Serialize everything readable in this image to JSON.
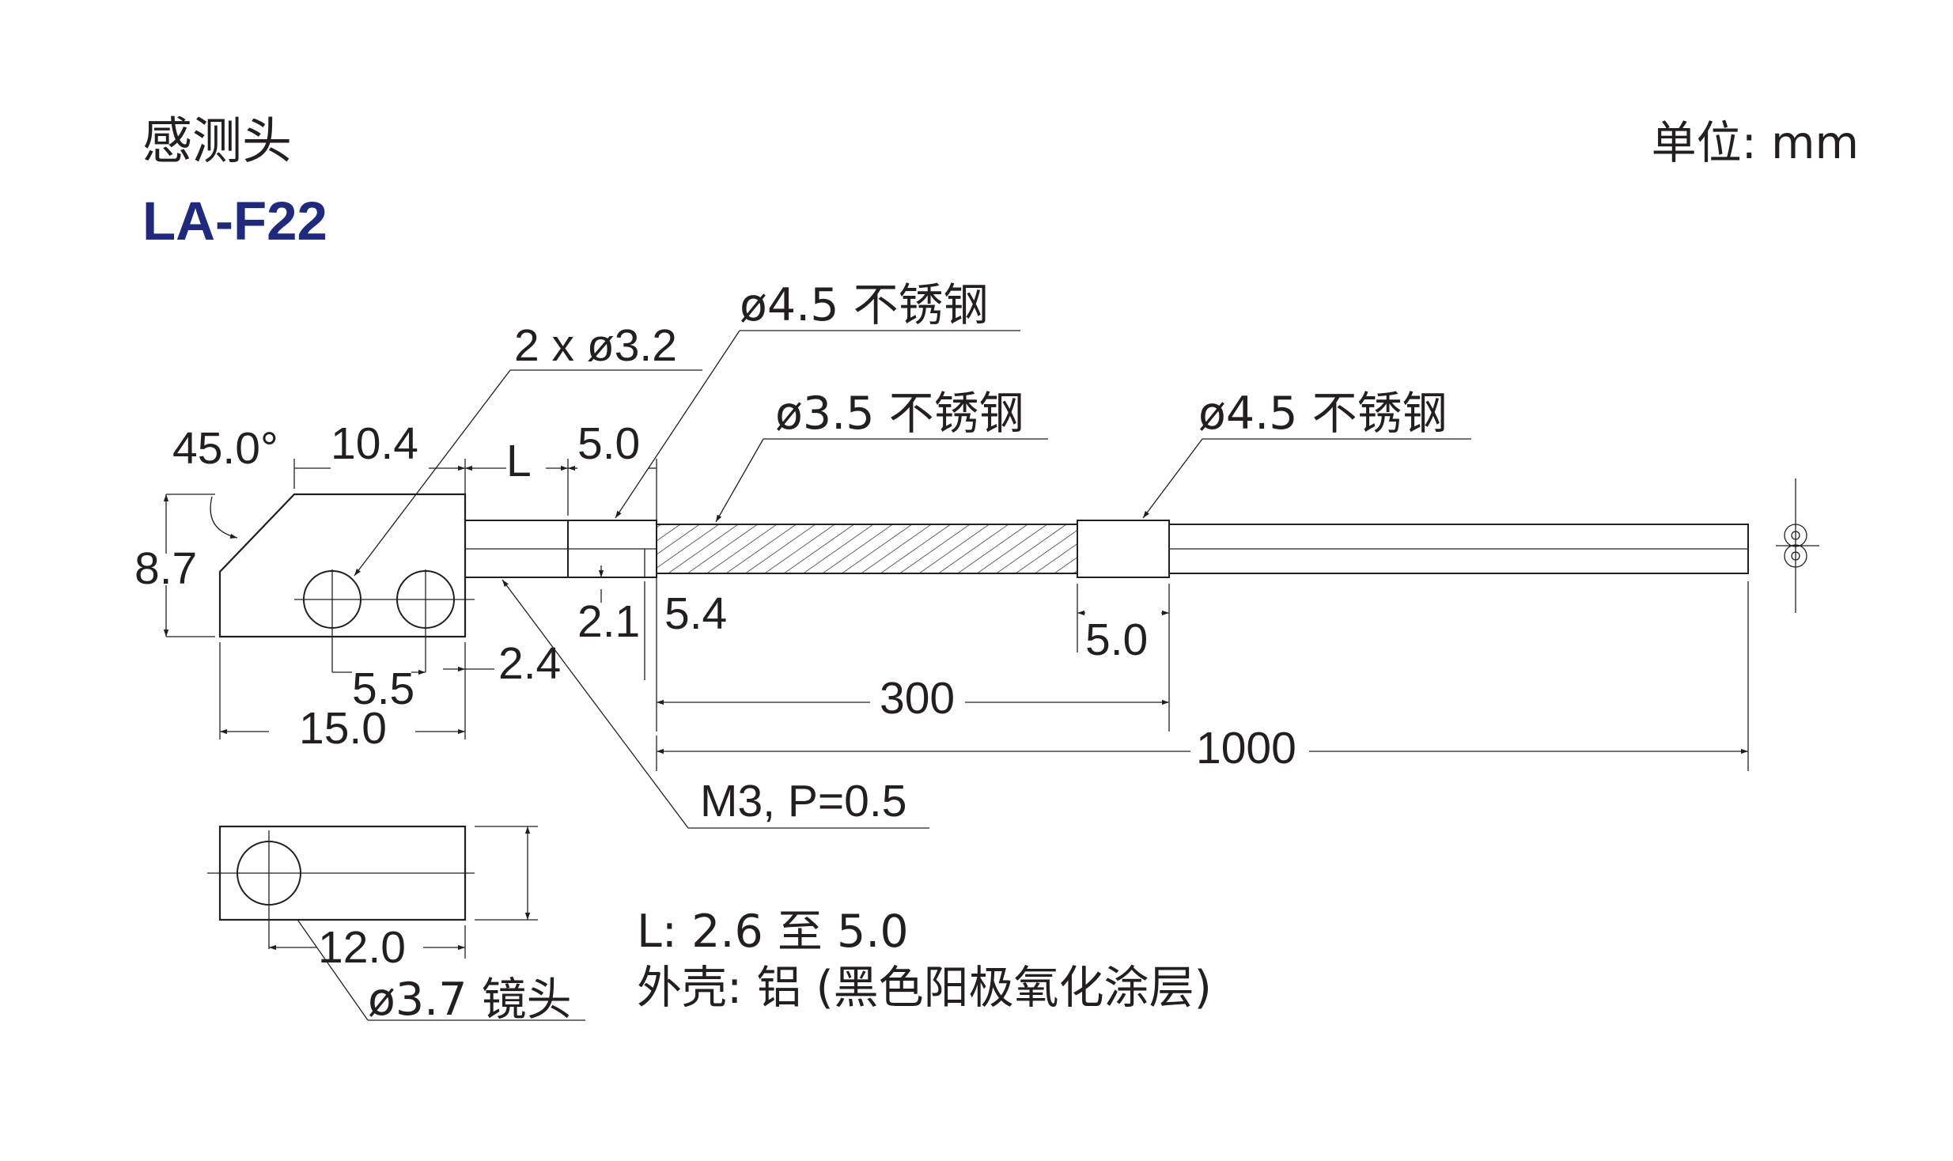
{
  "header": {
    "title": "感测头",
    "model": "LA-F22",
    "unit": "单位: mm"
  },
  "colors": {
    "model": "#1f2a7c",
    "line": "#231f20",
    "background": "#ffffff"
  },
  "callouts": {
    "tube_tip": "ø4.5 不锈钢",
    "holes": "2 x ø3.2",
    "tube_mid": "ø3.5 不锈钢",
    "tube_end": "ø4.5 不锈钢",
    "thread": "M3, P=0.5",
    "lens": "ø3.7 镜头"
  },
  "dimensions": {
    "angle": "45.0°",
    "d_10_4": "10.4",
    "d_L": "L",
    "d_5_0_top": "5.0",
    "d_8_7": "8.7",
    "d_2_1": "2.1",
    "d_5_4": "5.4",
    "d_2_4": "2.4",
    "d_5_5": "5.5",
    "d_15_0": "15.0",
    "d_5_0_sleeve": "5.0",
    "d_300": "300",
    "d_1000": "1000",
    "d_12_0": "12.0"
  },
  "notes": {
    "line1": "L: 2.6 至 5.0",
    "line2": "外壳: 铝 (黑色阳极氧化涂层)"
  }
}
